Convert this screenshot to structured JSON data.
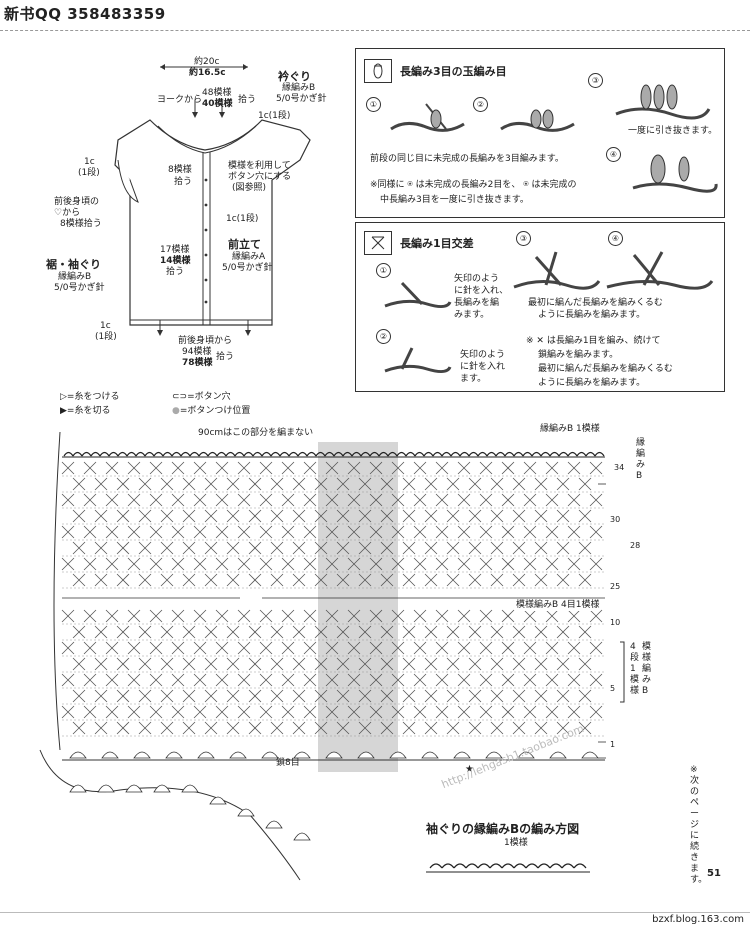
{
  "header": {
    "title": "新书QQ 358483359"
  },
  "schematic": {
    "width_top": "約20c",
    "width_bold": "約16.5c",
    "yoke_from": "ヨークから",
    "yoke_count_a": "48模様",
    "yoke_count_b": "40模様",
    "yoke_pick": "拾う",
    "collar_title": "衿ぐり",
    "collar_edge": "縁編みB",
    "collar_hook": "5/0号かぎ針",
    "collar_rows": "1c(1段)",
    "left_rows": "1c",
    "left_rows2": "(1段)",
    "body_from_a": "前後身頃の",
    "body_from_b": "♡から",
    "body_from_c": "8模様拾う",
    "eight_pattern": "8模様",
    "eight_pick": "拾う",
    "button_note_a": "模様を利用して",
    "button_note_b": "ボタン穴にする",
    "button_note_c": "(図参照)",
    "front_rows": "1c(1段)",
    "hem_title": "裾・袖ぐり",
    "hem_edge": "縁編みB",
    "hem_hook": "5/0号かぎ針",
    "side_count_a": "17模様",
    "side_count_b": "14模様",
    "side_pick": "拾う",
    "placket_title": "前立て",
    "placket_edge": "縁編みA",
    "placket_hook": "5/0号かぎ針",
    "bottom_rows": "1c",
    "bottom_rows2": "(1段)",
    "bottom_from": "前後身頃から",
    "bottom_count_a": "94模様",
    "bottom_count_b": "78模様",
    "bottom_pick": "拾う"
  },
  "instructions": {
    "box1_title": "長編み3目の玉編み目",
    "box1_step_text": "前段の同じ目に未完成の長編みを3目編みます。",
    "box1_step3": "一度に引き抜きます。",
    "box1_note_a": "※同様に",
    "box1_note_b": "は未完成の長編み2目を、",
    "box1_note_c": "は未完成の",
    "box1_note_d": "中長編み3目を一度に引き抜きます。",
    "box2_title": "長編み1目交差",
    "box2_step1_a": "矢印のよう",
    "box2_step1_b": "に針を入れ、",
    "box2_step1_c": "長編みを編",
    "box2_step1_d": "みます。",
    "box2_step3_a": "最初に編んだ長編みを編みくるむ",
    "box2_step3_b": "ように長編みを編みます。",
    "box2_step2_a": "矢印のよう",
    "box2_step2_b": "に針を入れ",
    "box2_step2_c": "ます。",
    "box2_note_a": "※",
    "box2_note_b": "は長編み1目を編み、続けて",
    "box2_note_c": "鎖編みを編みます。",
    "box2_note_d": "最初に編んだ長編みを編みくるむ",
    "box2_note_e": "ように長編みを編みます。",
    "nums": [
      "①",
      "②",
      "③",
      "④"
    ]
  },
  "legend": {
    "attach": "=糸をつける",
    "cut": "=糸を切る",
    "buttonhole": "=ボタン穴",
    "button_pos": "=ボタンつけ位置"
  },
  "chart": {
    "note_90cm": "90cmはこの部分を編まない",
    "edge_b_repeat": "縁編みB 1模様",
    "edge_b_side": "縁編みB",
    "pattern_label": "模様編みB 4目1模様",
    "side_rows_a": "4段1模様",
    "side_rows_b": "模様編みB",
    "chain_8": "鎖8目",
    "row_34": "34",
    "row_30": "30",
    "row_28": "28",
    "row_25": "25",
    "row_10": "10",
    "row_5": "5",
    "row_1": "1",
    "armhole_title": "袖ぐりの縁編みBの編み方図",
    "armhole_repeat": "1模様",
    "continued": "※次のページに続きます。",
    "watermark": "http://lehgasb1.taobao.com"
  },
  "footer": {
    "page": "51",
    "blog": "bzxf.blog.163.com"
  }
}
